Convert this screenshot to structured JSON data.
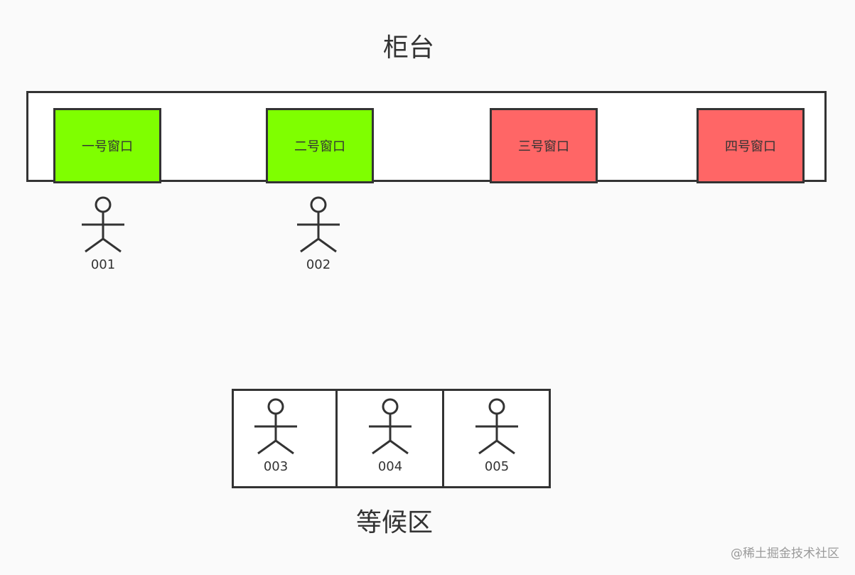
{
  "counter": {
    "title": "柜台",
    "windows": [
      {
        "label": "一号窗口",
        "color": "#7fff00"
      },
      {
        "label": "二号窗口",
        "color": "#7fff00"
      },
      {
        "label": "三号窗口",
        "color": "#ff6666"
      },
      {
        "label": "四号窗口",
        "color": "#ff6666"
      }
    ],
    "people_served": [
      "001",
      "002"
    ]
  },
  "waiting_area": {
    "title": "等候区",
    "people": [
      "003",
      "004",
      "005"
    ]
  },
  "watermark": "@稀土掘金技术社区",
  "colors": {
    "stroke": "#333333",
    "busy_window": "#7fff00",
    "idle_window": "#ff6666"
  }
}
